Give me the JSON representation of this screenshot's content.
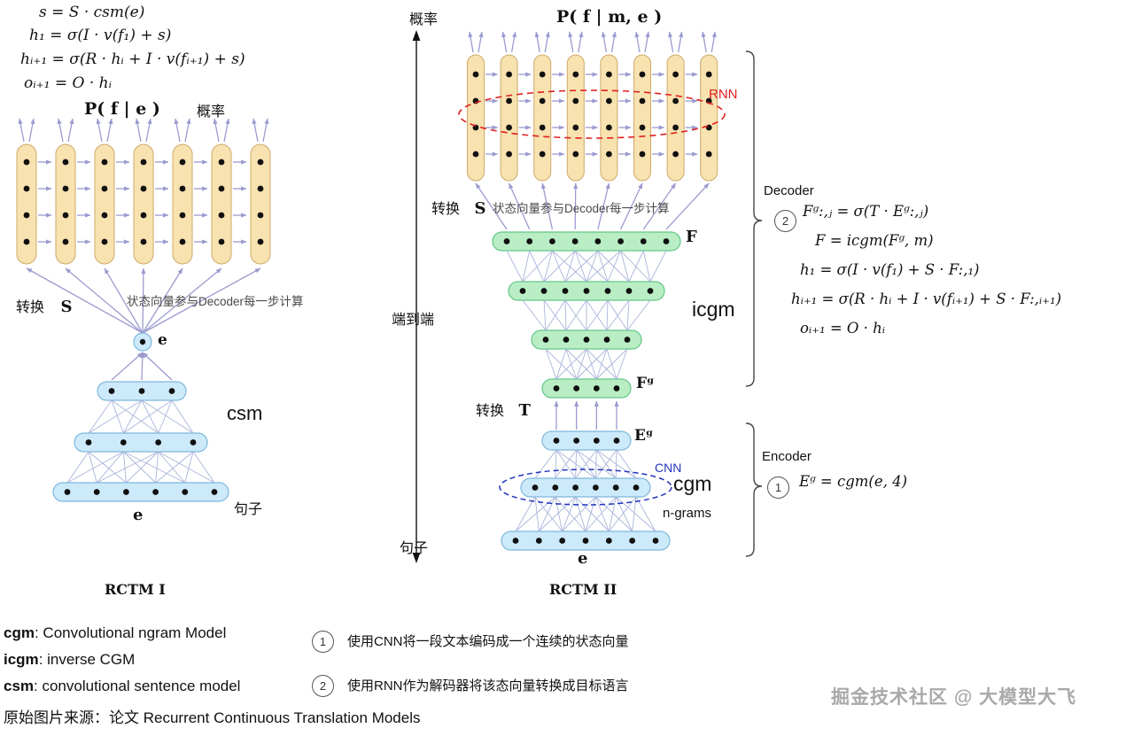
{
  "left": {
    "equations": [
      "s = S · csm(e)",
      "h₁ = σ(I · v(f₁) + s)",
      "hᵢ₊₁ = σ(R · hᵢ + I · v(fᵢ₊₁) + s)",
      "oᵢ₊₁ = O · hᵢ"
    ],
    "prob_label": "P( f | e )",
    "prob_cn": "概率",
    "transform_label": "转换",
    "transform_var": "S",
    "state_note": "状态向量参与Decoder每一步计算",
    "e_node": "e",
    "csm_label": "csm",
    "e_bottom": "e",
    "sentence_cn": "句子",
    "caption": "RCTM I"
  },
  "right": {
    "prob_top": "P( f | m, e )",
    "axis": {
      "top": "概率",
      "middle": "端到端",
      "bottom": "句子"
    },
    "rnn_label": "RNN",
    "transform_s": {
      "label": "转换",
      "var": "S"
    },
    "state_note": "状态向量参与Decoder每一步计算",
    "f_label": "F",
    "icgm_label": "icgm",
    "fg_label": "Fᵍ",
    "transform_t": {
      "label": "转换",
      "var": "T"
    },
    "eg_label": "Eᵍ",
    "cnn_label": "CNN",
    "cgm_label": "cgm",
    "ngrams_label": "n-grams",
    "e_bottom": "e",
    "caption": "RCTM II",
    "decoder": {
      "title": "Decoder",
      "step": "2",
      "equations": [
        "Fᵍ:,ⱼ = σ(T · Eᵍ:,ⱼ)",
        "F = icgm(Fᵍ, m)",
        "h₁ = σ(I · v(f₁) + S · F:,₁)",
        "hᵢ₊₁ = σ(R · hᵢ + I · v(fᵢ₊₁) + S · F:,ᵢ₊₁)",
        "oᵢ₊₁ = O · hᵢ"
      ]
    },
    "encoder": {
      "title": "Encoder",
      "step": "1",
      "equation": "Eᵍ = cgm(e, 4)"
    }
  },
  "legend": {
    "terms": [
      {
        "term": "cgm",
        "desc": ": Convolutional ngram Model"
      },
      {
        "term": "icgm",
        "desc": ": inverse CGM"
      },
      {
        "term": "csm",
        "desc": ": convolutional sentence model"
      }
    ],
    "steps": [
      {
        "num": "1",
        "text": "使用CNN将一段文本编码成一个连续的状态向量"
      },
      {
        "num": "2",
        "text": "使用RNN作为解码器将该态向量转换成目标语言"
      }
    ],
    "source": "原始图片来源：论文 Recurrent Continuous Translation Models",
    "watermark": "掘金技术社区 @ 大模型大飞"
  },
  "colors": {
    "rnn_column_fill": "#f7e2b0",
    "encoder_bar_fill": "#cdeafa",
    "icgm_bar_fill": "#b9eec4",
    "arrow": "#9b9bd0",
    "rnn_highlight": "#e02020",
    "cnn_highlight": "#2233bb"
  }
}
